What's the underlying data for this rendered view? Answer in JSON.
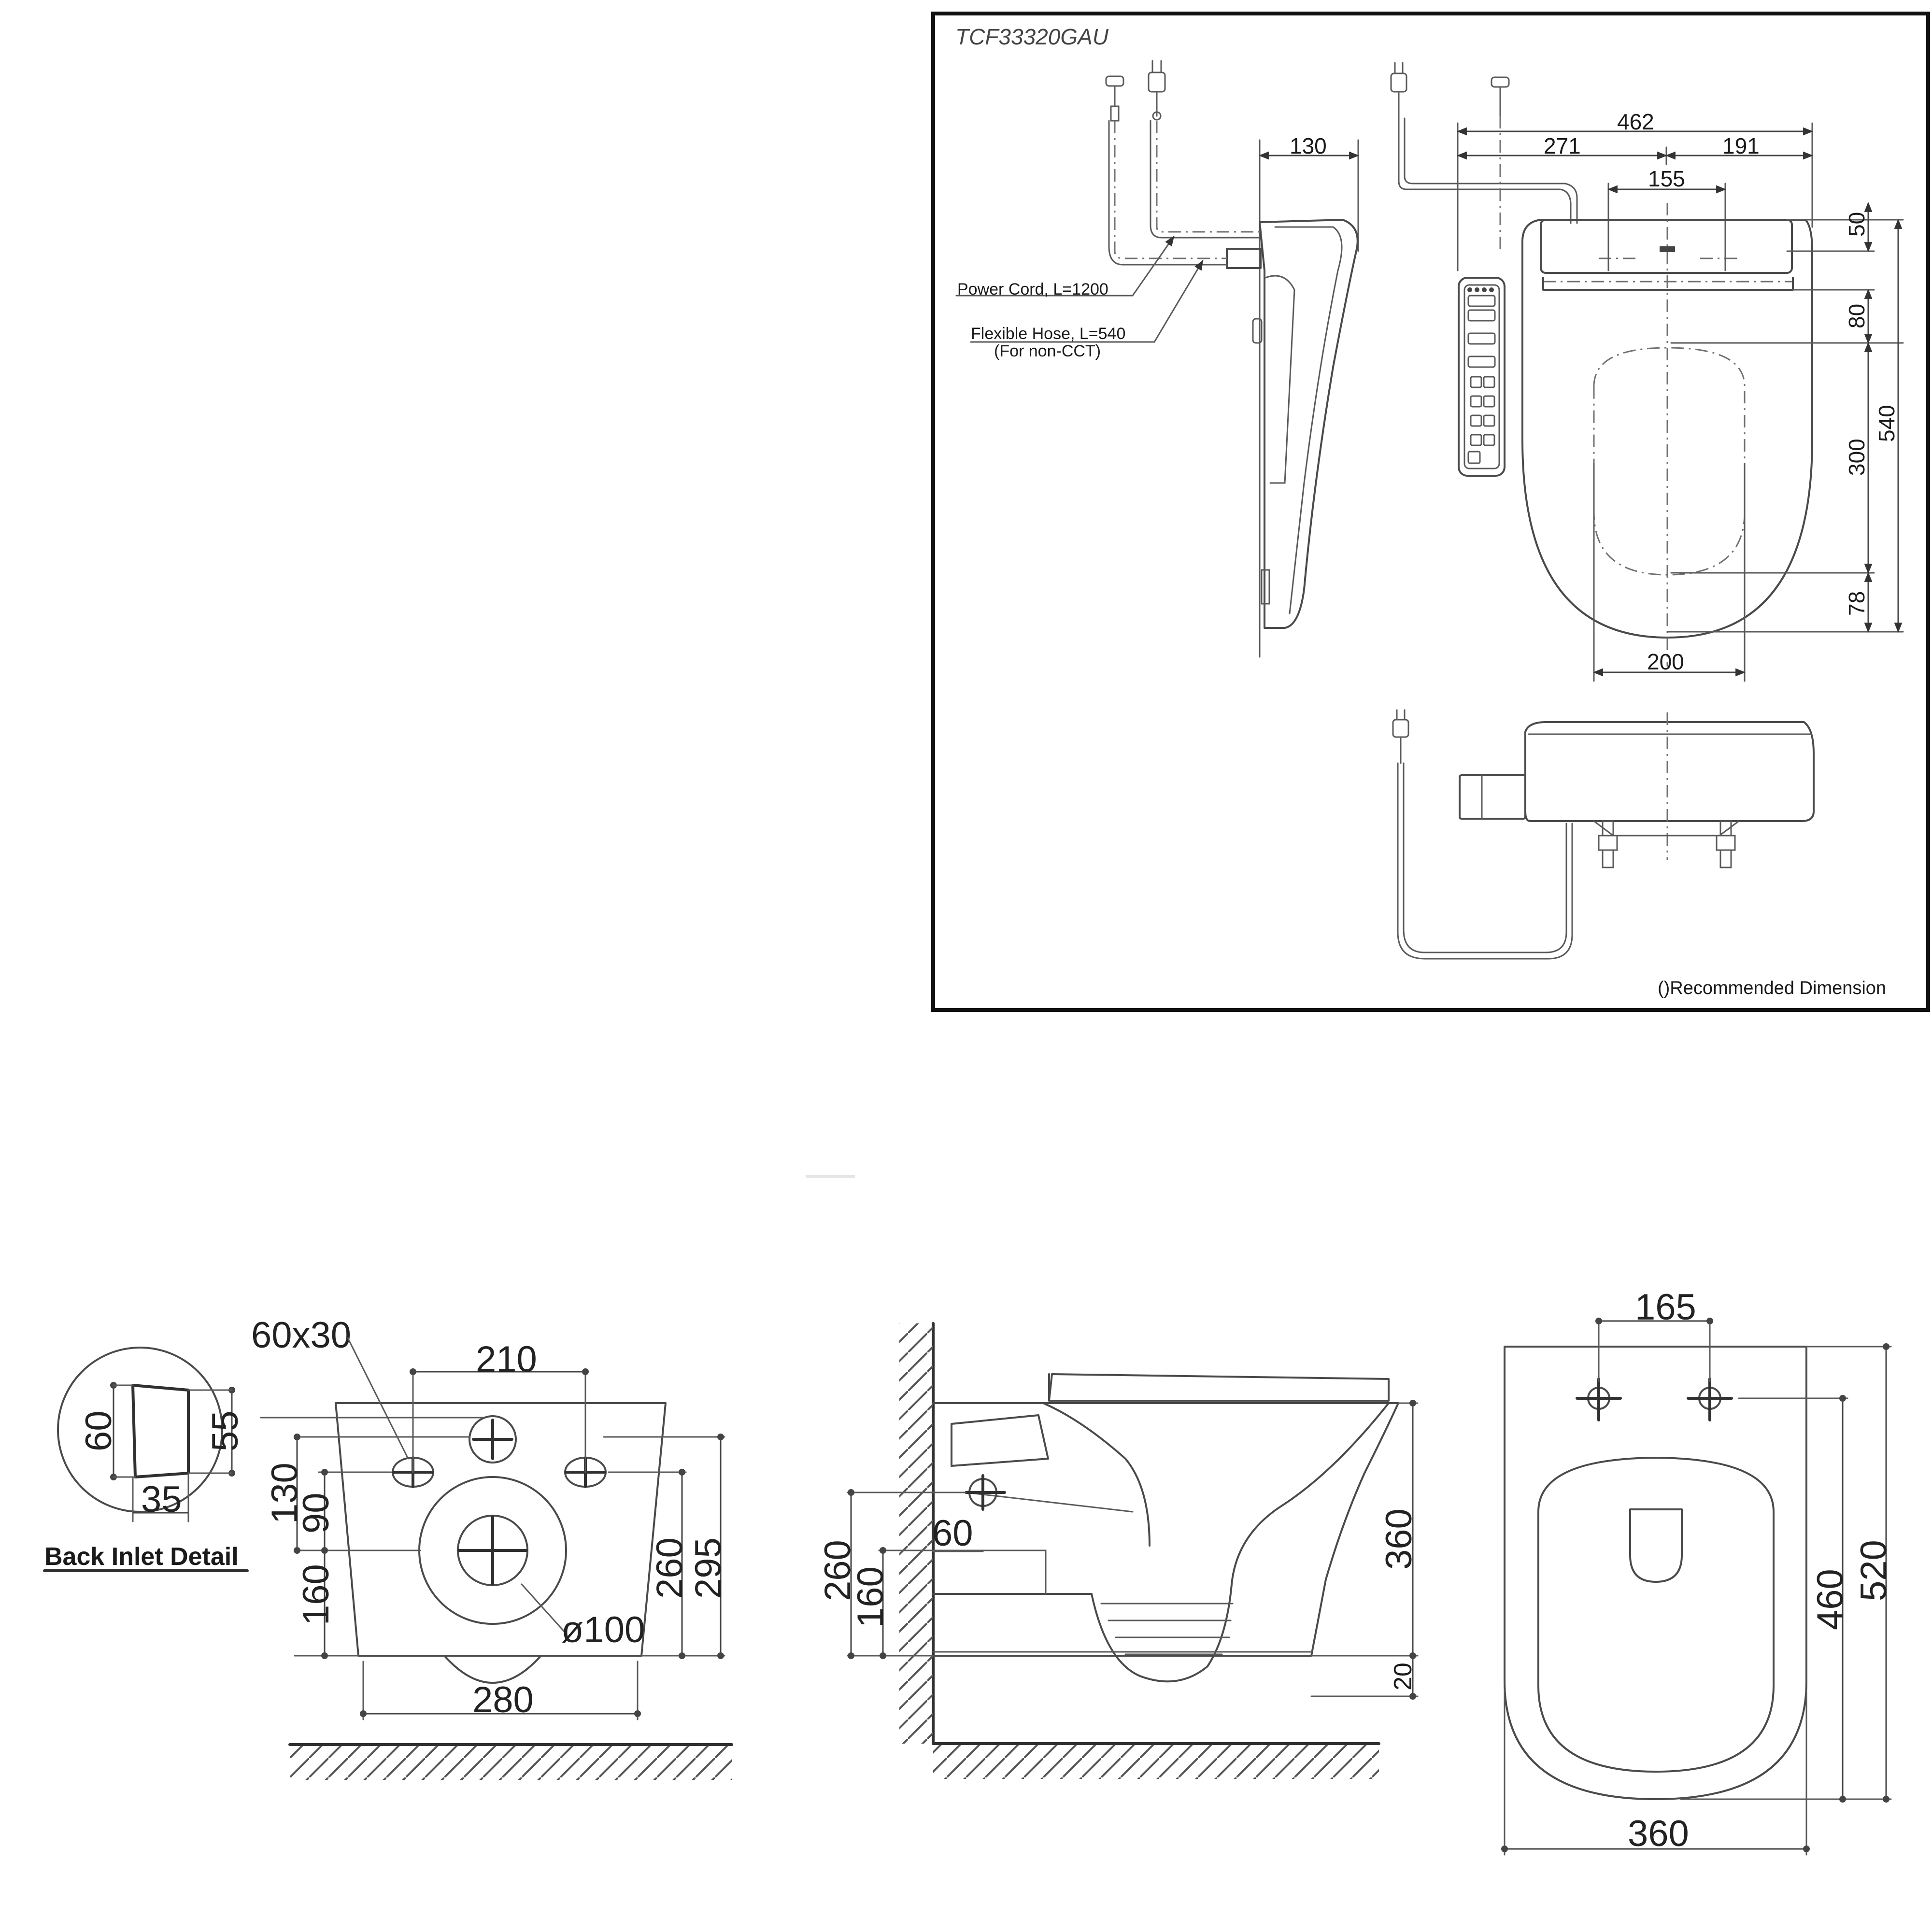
{
  "seat": {
    "model": "TCF33320GAU",
    "power_cord": "Power Cord, L=1200",
    "hose_line1": "Flexible Hose, L=540",
    "hose_line2": "(For non-CCT)",
    "note": "()Recommended Dimension",
    "dims": {
      "d130": "130",
      "d462": "462",
      "d271": "271",
      "d191": "191",
      "d155": "155",
      "d50": "50",
      "d80": "80",
      "d300": "300",
      "d540": "540",
      "d78": "78",
      "d200": "200"
    }
  },
  "bowl": {
    "back_inlet_label": "Back Inlet Detail",
    "inlet_dims": {
      "d60": "60",
      "d55": "55",
      "d35": "35"
    },
    "front": {
      "d60x30": "60x30",
      "d210": "210",
      "d130": "130",
      "d90": "90",
      "d160": "160",
      "d260": "260",
      "d295": "295",
      "d100": "ø100",
      "d280": "280"
    },
    "side": {
      "d260": "260",
      "d160": "160",
      "d60": "60",
      "d360": "360",
      "d20": "20"
    },
    "top": {
      "d165": "165",
      "d460": "460",
      "d520": "520",
      "d360": "360"
    }
  }
}
